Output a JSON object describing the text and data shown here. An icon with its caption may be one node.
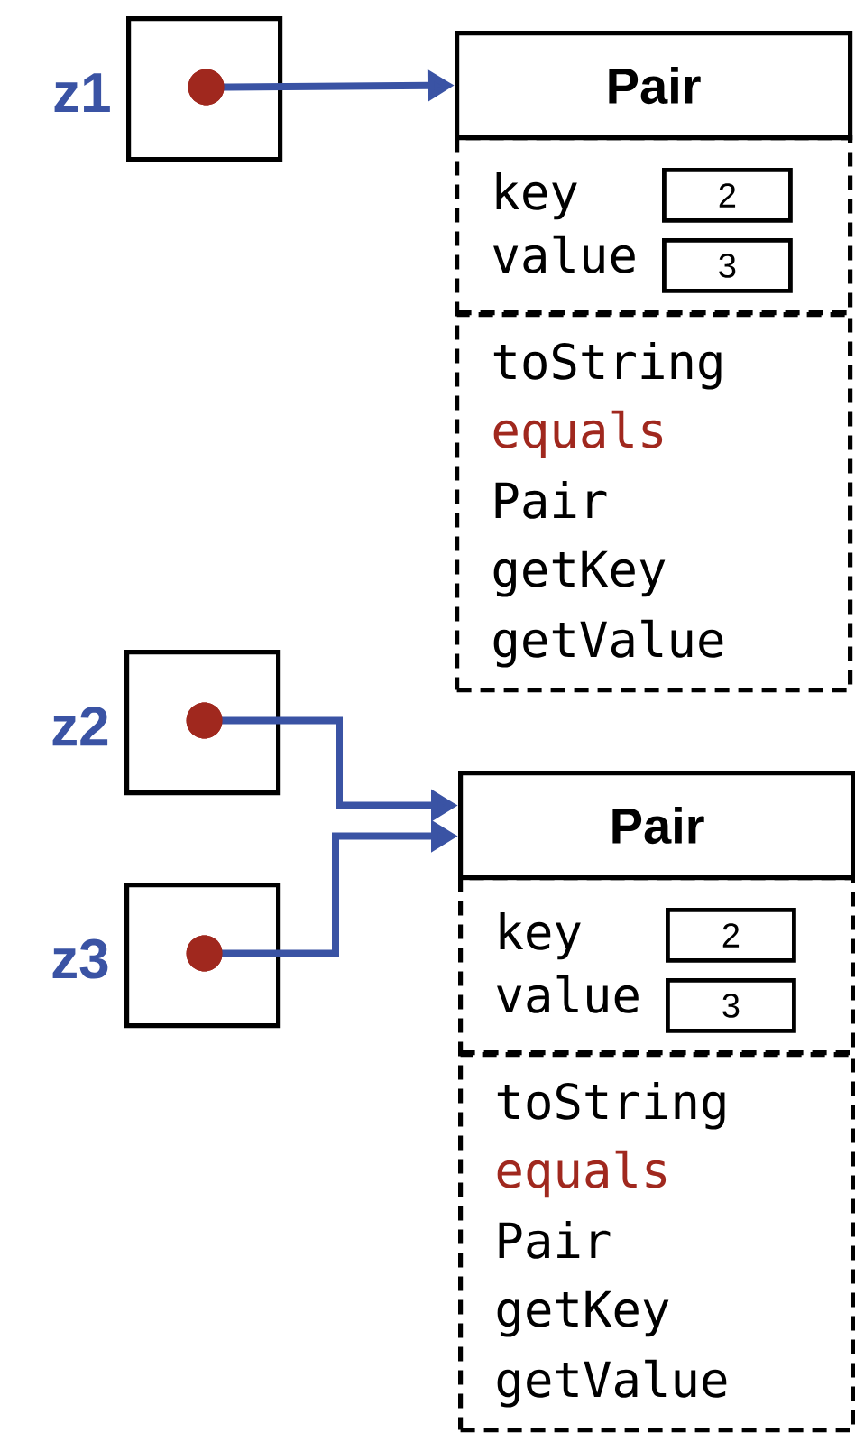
{
  "diagram": {
    "nodes": [
      {
        "text": [],
        "shape": "box",
        "beside": [
          "z1"
        ]
      },
      {
        "text": [],
        "shape": "circle",
        "in": 0
      },
      {
        "text": [
          "Pair"
        ]
      },
      {
        "text": [
          "key",
          "value"
        ]
      },
      {
        "text": [
          "2"
        ],
        "in": 3
      },
      {
        "text": [
          "3"
        ],
        "in": 3
      },
      {
        "text": [
          "toString",
          "equals",
          "Pair",
          "getKey",
          "getValue"
        ]
      },
      {
        "text": [],
        "shape": "box",
        "beside": [
          "z2"
        ]
      },
      {
        "text": [],
        "shape": "circle",
        "in": 7
      },
      {
        "text": [],
        "shape": "box",
        "beside": [
          "z3"
        ]
      },
      {
        "text": [],
        "shape": "circle",
        "in": 9
      },
      {
        "text": [
          "Pair"
        ]
      },
      {
        "text": [
          "key",
          "value"
        ]
      },
      {
        "text": [
          "2"
        ],
        "in": 12
      },
      {
        "text": [
          "3"
        ],
        "in": 12
      },
      {
        "text": [
          "toString",
          "equals",
          "Pair",
          "getKey",
          "getValue"
        ]
      }
    ],
    "edges": [
      {
        "from": 1,
        "to": 2,
        "arrow": "to"
      },
      {
        "from": 8,
        "to": 11,
        "arrow": "to"
      },
      {
        "from": 10,
        "to": 11,
        "arrow": "to"
      }
    ]
  }
}
